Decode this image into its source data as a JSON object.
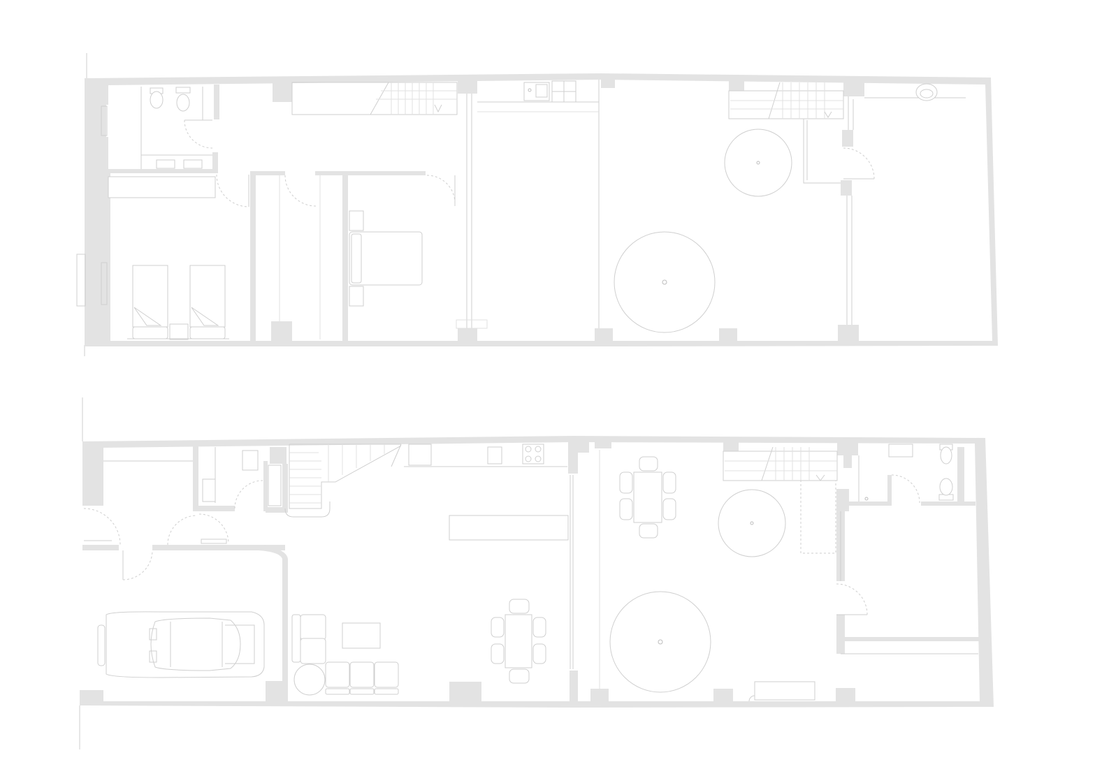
{
  "drawing": {
    "type": "architectural-floor-plans",
    "levels": [
      "upper-floor",
      "ground-floor"
    ],
    "colors": {
      "background": "#ffffff",
      "wall": "#e3e3e3",
      "line": "#cfcfcf"
    }
  }
}
